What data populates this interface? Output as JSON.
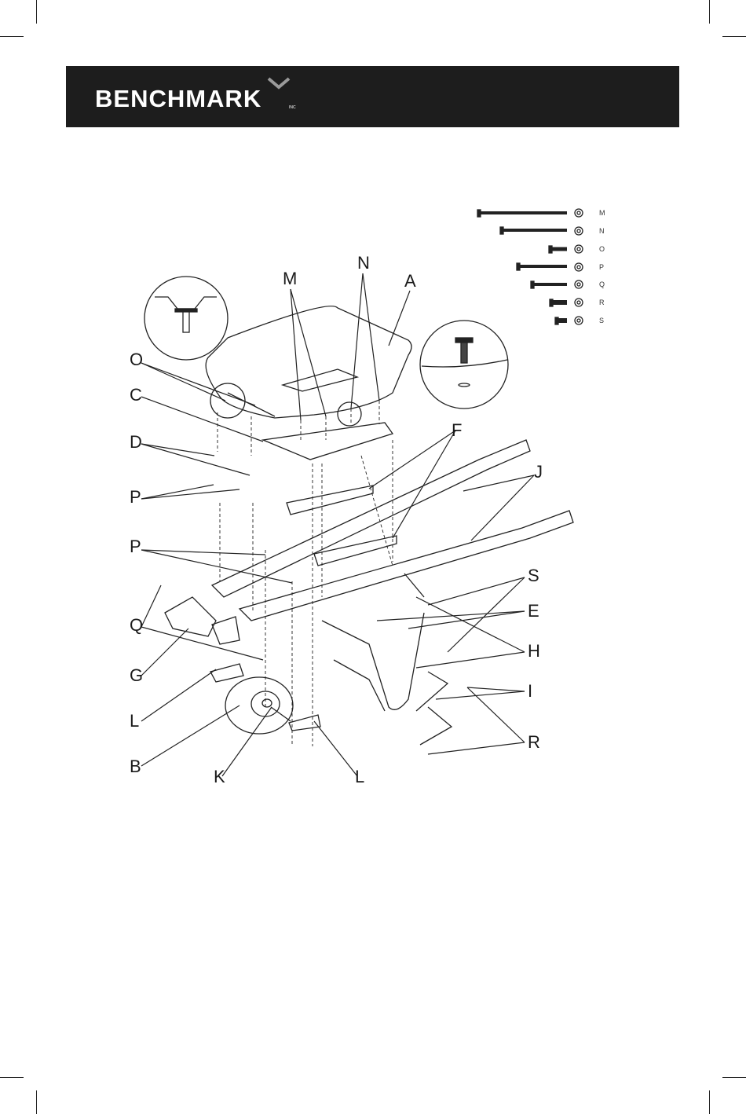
{
  "header": {
    "brand": "BENCHMARK",
    "trademark": "INC"
  },
  "hardware": [
    {
      "label": "M"
    },
    {
      "label": "N"
    },
    {
      "label": "O"
    },
    {
      "label": "P"
    },
    {
      "label": "Q"
    },
    {
      "label": "R"
    },
    {
      "label": "S"
    }
  ],
  "parts": {
    "A": "A",
    "B": "B",
    "C": "C",
    "D": "D",
    "E": "E",
    "F": "F",
    "G": "G",
    "H": "H",
    "I": "I",
    "J": "J",
    "K": "K",
    "L": "L",
    "M": "M",
    "N": "N",
    "O": "O",
    "P": "P",
    "Q": "Q",
    "R": "R",
    "S": "S"
  }
}
